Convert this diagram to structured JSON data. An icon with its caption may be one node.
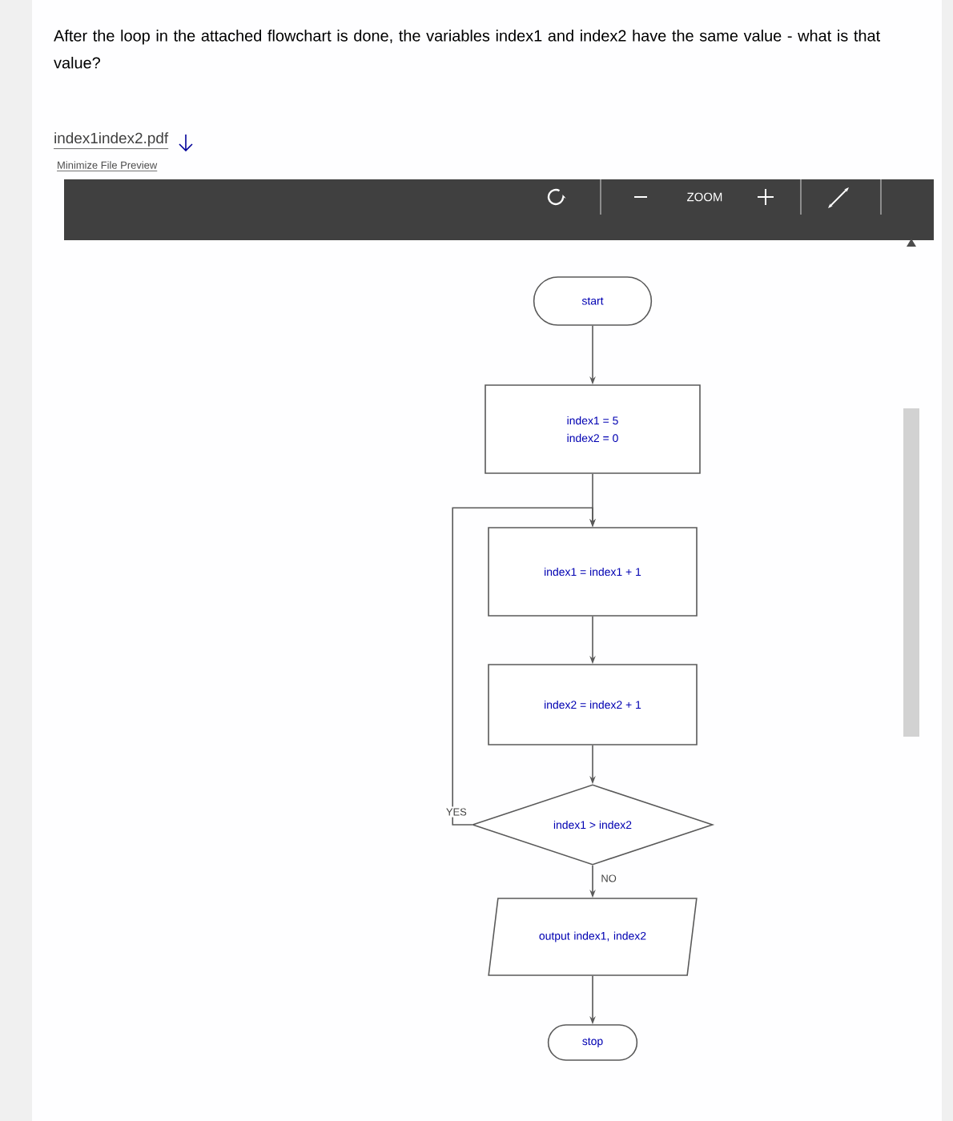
{
  "diagram": {
    "title": "After the loop in the attached flowchart is done, the variables index1 and index2 have the same value - what is that value?",
    "nodes": [
      {
        "text": [
          "start"
        ]
      },
      {
        "text": [
          "index1 = 5",
          "index2 = 0"
        ]
      },
      {
        "text": [
          "index1 = index1 + 1"
        ]
      },
      {
        "text": [
          "index2 = index2 + 1"
        ]
      },
      {
        "text": [
          "index1 > index2"
        ]
      },
      {
        "text": [
          "output index1, index2"
        ]
      },
      {
        "text": [
          "stop"
        ]
      }
    ],
    "edges": [
      {
        "from": 0,
        "to": 1,
        "arrow": "to"
      },
      {
        "from": 1,
        "to": 2,
        "arrow": "to"
      },
      {
        "from": 2,
        "to": 3,
        "arrow": "to"
      },
      {
        "from": 3,
        "to": 4,
        "arrow": "to"
      },
      {
        "from": 4,
        "to": 2,
        "arrow": "to",
        "label": "YES"
      },
      {
        "from": 4,
        "to": 5,
        "arrow": "to",
        "label": "NO"
      },
      {
        "from": 5,
        "to": 6,
        "arrow": "to"
      }
    ],
    "labels": [
      "index1index2.pdf",
      "Minimize File Preview",
      "ZOOM"
    ]
  }
}
